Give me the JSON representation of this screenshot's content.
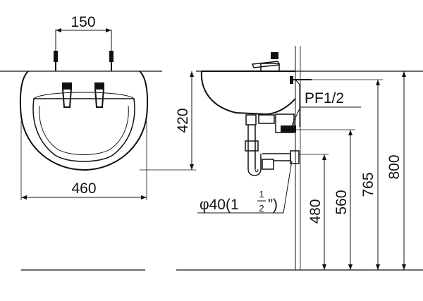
{
  "drawing": {
    "front_view": {
      "dims": {
        "tap_spacing": "150",
        "width": "460",
        "depth": "420"
      }
    },
    "side_view": {
      "pipe_thread": "PF1/2",
      "drain_diameter": "φ40(1",
      "drain_fraction_num": "1",
      "drain_fraction_den": "2",
      "drain_suffix": "”)",
      "heights": {
        "drain": "480",
        "supply": "560",
        "trap_top": "765",
        "rim": "800"
      }
    }
  }
}
